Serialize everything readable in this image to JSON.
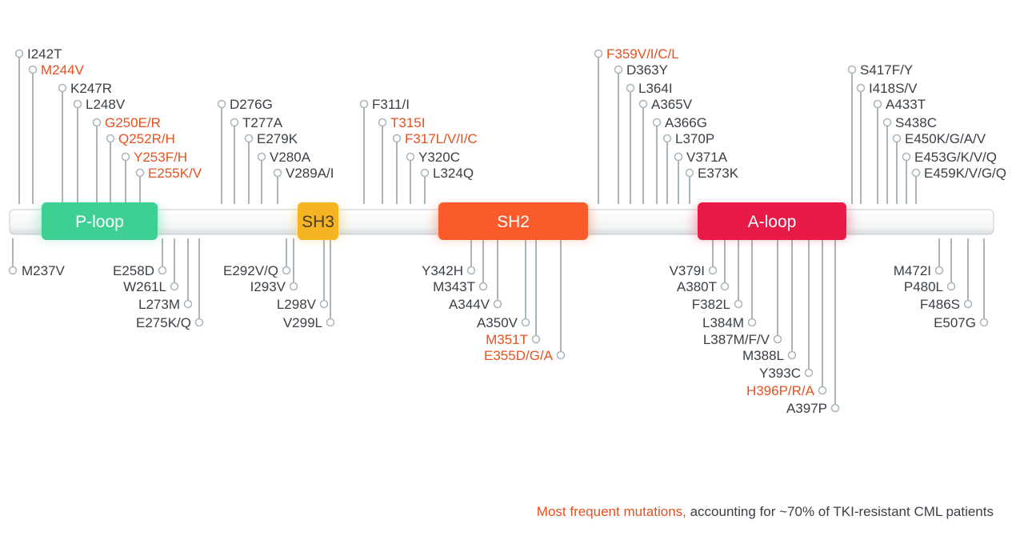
{
  "colors": {
    "text": "#3a4046",
    "highlight": "#e8501e",
    "stem": "#a9b4bb",
    "ploop": "#3ecf95",
    "sh3": "#f5b523",
    "sh2": "#fb5a2a",
    "aloop": "#e81a48"
  },
  "domains": [
    {
      "label": "P-loop"
    },
    {
      "label": "SH3"
    },
    {
      "label": "SH2"
    },
    {
      "label": "A-loop"
    }
  ],
  "mutations_above": [
    {
      "label": "I242T",
      "frequent": false
    },
    {
      "label": "M244V",
      "frequent": true
    },
    {
      "label": "K247R",
      "frequent": false
    },
    {
      "label": "L248V",
      "frequent": false
    },
    {
      "label": "G250E/R",
      "frequent": true
    },
    {
      "label": "Q252R/H",
      "frequent": true
    },
    {
      "label": "Y253F/H",
      "frequent": true
    },
    {
      "label": "E255K/V",
      "frequent": true
    },
    {
      "label": "D276G",
      "frequent": false
    },
    {
      "label": "T277A",
      "frequent": false
    },
    {
      "label": "E279K",
      "frequent": false
    },
    {
      "label": "V280A",
      "frequent": false
    },
    {
      "label": "V289A/I",
      "frequent": false
    },
    {
      "label": "F311/I",
      "frequent": false
    },
    {
      "label": "T315I",
      "frequent": true
    },
    {
      "label": "F317L/V/I/C",
      "frequent": true
    },
    {
      "label": "Y320C",
      "frequent": false
    },
    {
      "label": "L324Q",
      "frequent": false
    },
    {
      "label": "F359V/I/C/L",
      "frequent": true
    },
    {
      "label": "D363Y",
      "frequent": false
    },
    {
      "label": "L364I",
      "frequent": false
    },
    {
      "label": "A365V",
      "frequent": false
    },
    {
      "label": "A366G",
      "frequent": false
    },
    {
      "label": "L370P",
      "frequent": false
    },
    {
      "label": "V371A",
      "frequent": false
    },
    {
      "label": "E373K",
      "frequent": false
    },
    {
      "label": "S417F/Y",
      "frequent": false
    },
    {
      "label": "I418S/V",
      "frequent": false
    },
    {
      "label": "A433T",
      "frequent": false
    },
    {
      "label": "S438C",
      "frequent": false
    },
    {
      "label": "E450K/G/A/V",
      "frequent": false
    },
    {
      "label": "E453G/K/V/Q",
      "frequent": false
    },
    {
      "label": "E459K/V/G/Q",
      "frequent": false
    }
  ],
  "mutations_below": [
    {
      "label": "M237V",
      "frequent": false
    },
    {
      "label": "E258D",
      "frequent": false
    },
    {
      "label": "W261L",
      "frequent": false
    },
    {
      "label": "L273M",
      "frequent": false
    },
    {
      "label": "E275K/Q",
      "frequent": false
    },
    {
      "label": "E292V/Q",
      "frequent": false
    },
    {
      "label": "I293V",
      "frequent": false
    },
    {
      "label": "L298V",
      "frequent": false
    },
    {
      "label": "V299L",
      "frequent": false
    },
    {
      "label": "Y342H",
      "frequent": false
    },
    {
      "label": "M343T",
      "frequent": false
    },
    {
      "label": "A344V",
      "frequent": false
    },
    {
      "label": "A350V",
      "frequent": false
    },
    {
      "label": "M351T",
      "frequent": true
    },
    {
      "label": "E355D/G/A",
      "frequent": true
    },
    {
      "label": "V379I",
      "frequent": false
    },
    {
      "label": "A380T",
      "frequent": false
    },
    {
      "label": "F382L",
      "frequent": false
    },
    {
      "label": "L384M",
      "frequent": false
    },
    {
      "label": "L387M/F/V",
      "frequent": false
    },
    {
      "label": "M388L",
      "frequent": false
    },
    {
      "label": "Y393C",
      "frequent": false
    },
    {
      "label": "H396P/R/A",
      "frequent": true
    },
    {
      "label": "A397P",
      "frequent": false
    },
    {
      "label": "M472I",
      "frequent": false
    },
    {
      "label": "P480L",
      "frequent": false
    },
    {
      "label": "F486S",
      "frequent": false
    },
    {
      "label": "E507G",
      "frequent": false
    }
  ],
  "legend": {
    "highlight_text": "Most frequent mutations,",
    "rest_text": " accounting for ~70% of TKI-resistant CML patients"
  }
}
